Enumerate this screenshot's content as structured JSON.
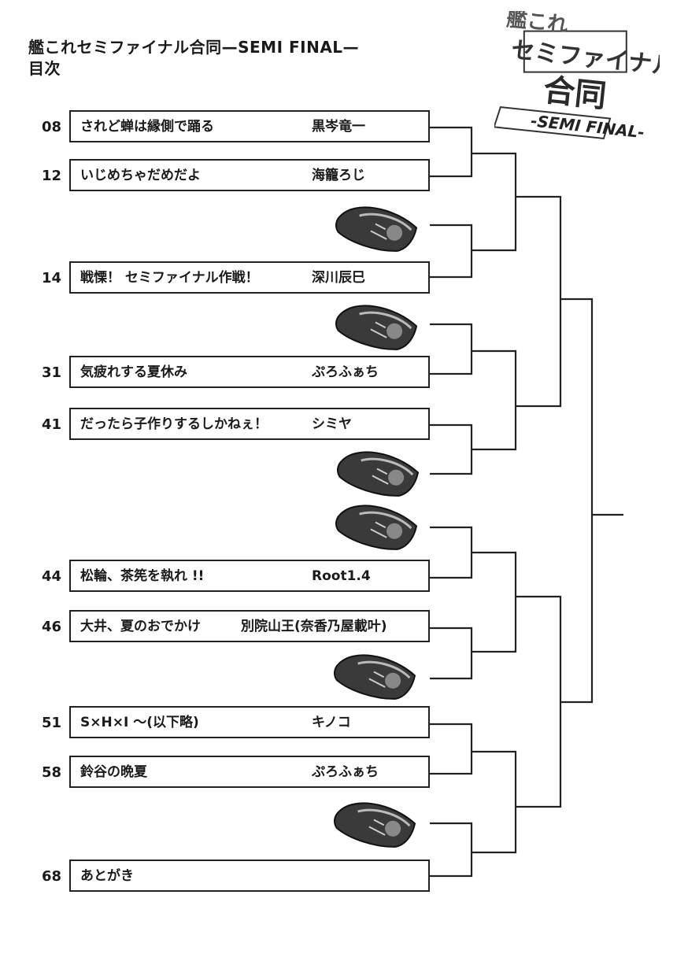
{
  "header": {
    "title": "艦これセミファイナル合同—SEMI FINAL—",
    "subtitle": "目次"
  },
  "logo": {
    "lines": [
      "艦これ",
      "セミファイナル",
      "合同",
      "-SEMI FINAL-"
    ]
  },
  "entries": [
    {
      "page": "08",
      "title": "されど蝉は縁側で踊る",
      "author": "黒岑竜一"
    },
    {
      "page": "12",
      "title": "いじめちゃだめだよ",
      "author": "海籠ろじ"
    },
    {
      "page": "14",
      "title": "戦慄！ セミファイナル作戦！",
      "author": "深川辰巳"
    },
    {
      "page": "31",
      "title": "気疲れする夏休み",
      "author": "ぷろふぁち"
    },
    {
      "page": "41",
      "title": "だったら子作りするしかねぇ！",
      "author": "シミヤ"
    },
    {
      "page": "44",
      "title": "松輪、茶筅を執れ !!",
      "author": "Root1.4"
    },
    {
      "page": "46",
      "title": "大井、夏のおでかけ",
      "author": "別院山王(奈香乃屋載叶)"
    },
    {
      "page": "51",
      "title": "S×H×I 〜(以下略)",
      "author": "キノコ"
    },
    {
      "page": "58",
      "title": "鈴谷の晩夏",
      "author": "ぷろふぁち"
    },
    {
      "page": "68",
      "title": "あとがき",
      "author": ""
    }
  ],
  "icons": [
    "cicada-icon"
  ],
  "colors": {
    "line": "#222222",
    "text": "#1a1a1a",
    "cicada": "#3a3a3a"
  }
}
